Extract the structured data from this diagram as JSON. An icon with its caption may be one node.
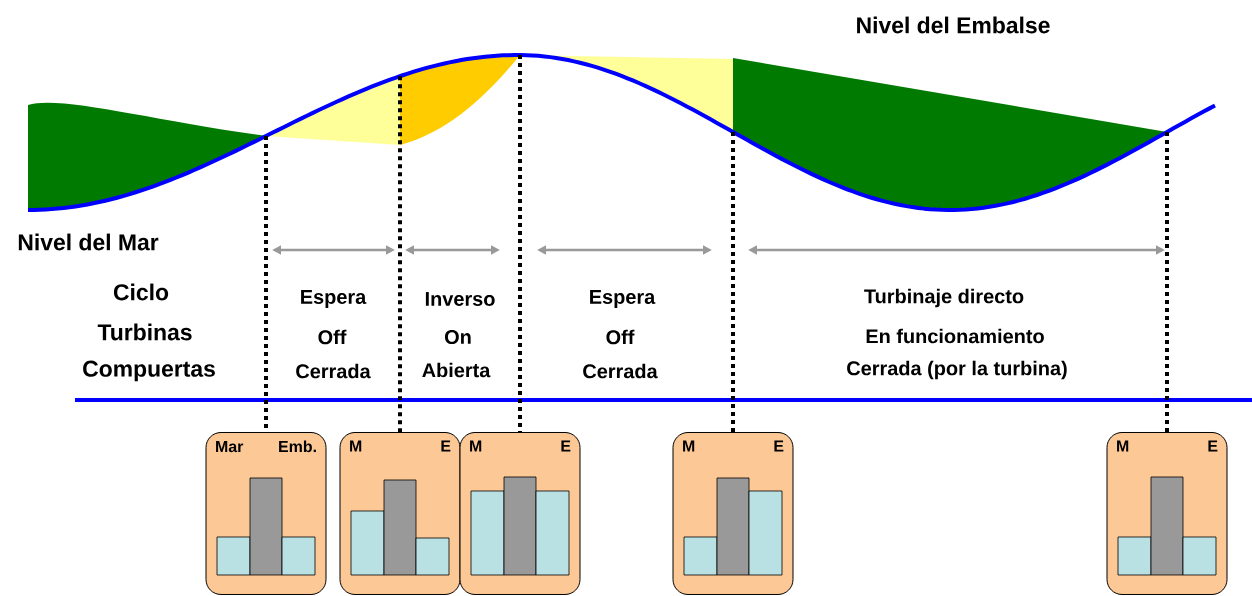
{
  "diagram": {
    "nodes": [
      {
        "text": [
          "Mar",
          "Emb."
        ]
      },
      {
        "text": [
          "M",
          "E"
        ]
      },
      {
        "text": [
          "M",
          "E"
        ]
      },
      {
        "text": [
          "M",
          "E"
        ]
      },
      {
        "text": [
          "M",
          "E"
        ]
      }
    ],
    "edges": [
      {
        "from": null,
        "to": 0,
        "arrow": "none",
        "style": "dashed"
      },
      {
        "from": null,
        "to": 1,
        "arrow": "none",
        "style": "dashed"
      },
      {
        "from": null,
        "to": 2,
        "arrow": "none",
        "style": "dashed"
      },
      {
        "from": null,
        "to": 3,
        "arrow": "none",
        "style": "dashed"
      },
      {
        "from": null,
        "to": 4,
        "arrow": "none",
        "style": "dashed"
      }
    ],
    "labels": [
      "Nivel del Embalse",
      "Nivel del Mar",
      "Ciclo",
      "Espera",
      "Inverso",
      "Espera",
      "Turbinaje directo",
      "Turbinas",
      "Off",
      "On",
      "Off",
      "En funcionamiento",
      "Compuertas",
      "Cerrada",
      "Abierta",
      "Cerrada",
      "Cerrada (por la turbina)"
    ]
  }
}
